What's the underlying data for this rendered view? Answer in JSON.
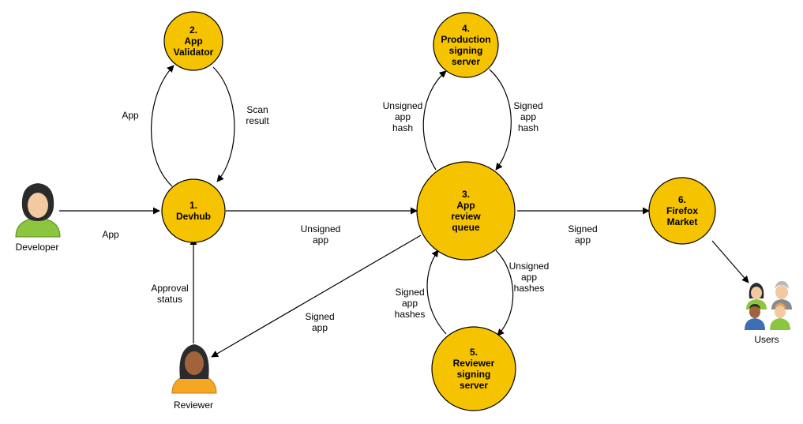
{
  "colors": {
    "node_fill": "#f6c300",
    "stroke": "#000000",
    "developer_shirt": "#8cc63e",
    "reviewer_shirt": "#f5a623",
    "hair": "#2b2b2b",
    "skin": "#f2c9a0",
    "skin_dark": "#a0643c",
    "hair_grey": "#b8b8b8",
    "shirt_blue": "#3d6fb5"
  },
  "nodes": {
    "devhub": [
      "1.",
      "Devhub"
    ],
    "validator": [
      "2.",
      "App",
      "Validator"
    ],
    "review_queue": [
      "3.",
      "App",
      "review",
      "queue"
    ],
    "production_signing": [
      "4.",
      "Production",
      "signing",
      "server"
    ],
    "reviewer_signing": [
      "5.",
      "Reviewer",
      "signing",
      "server"
    ],
    "market": [
      "6.",
      "Firefox",
      "Market"
    ]
  },
  "actors": {
    "developer": "Developer",
    "reviewer": "Reviewer",
    "users": "Users"
  },
  "edges": {
    "developer_to_devhub": [
      "App"
    ],
    "devhub_to_validator": [
      "App"
    ],
    "validator_to_devhub": [
      "Scan",
      "result"
    ],
    "devhub_to_queue": [
      "Unsigned",
      "app"
    ],
    "queue_to_production": [
      "Unsigned",
      "app",
      "hash"
    ],
    "production_to_queue": [
      "Signed",
      "app",
      "hash"
    ],
    "queue_to_market": [
      "Signed",
      "app"
    ],
    "queue_to_reviewer_signing": [
      "Unsigned",
      "app",
      "hashes"
    ],
    "reviewer_signing_to_queue": [
      "Signed",
      "app",
      "hashes"
    ],
    "queue_to_reviewer": [
      "Signed",
      "app"
    ],
    "reviewer_to_devhub": [
      "Approval",
      "status"
    ]
  }
}
